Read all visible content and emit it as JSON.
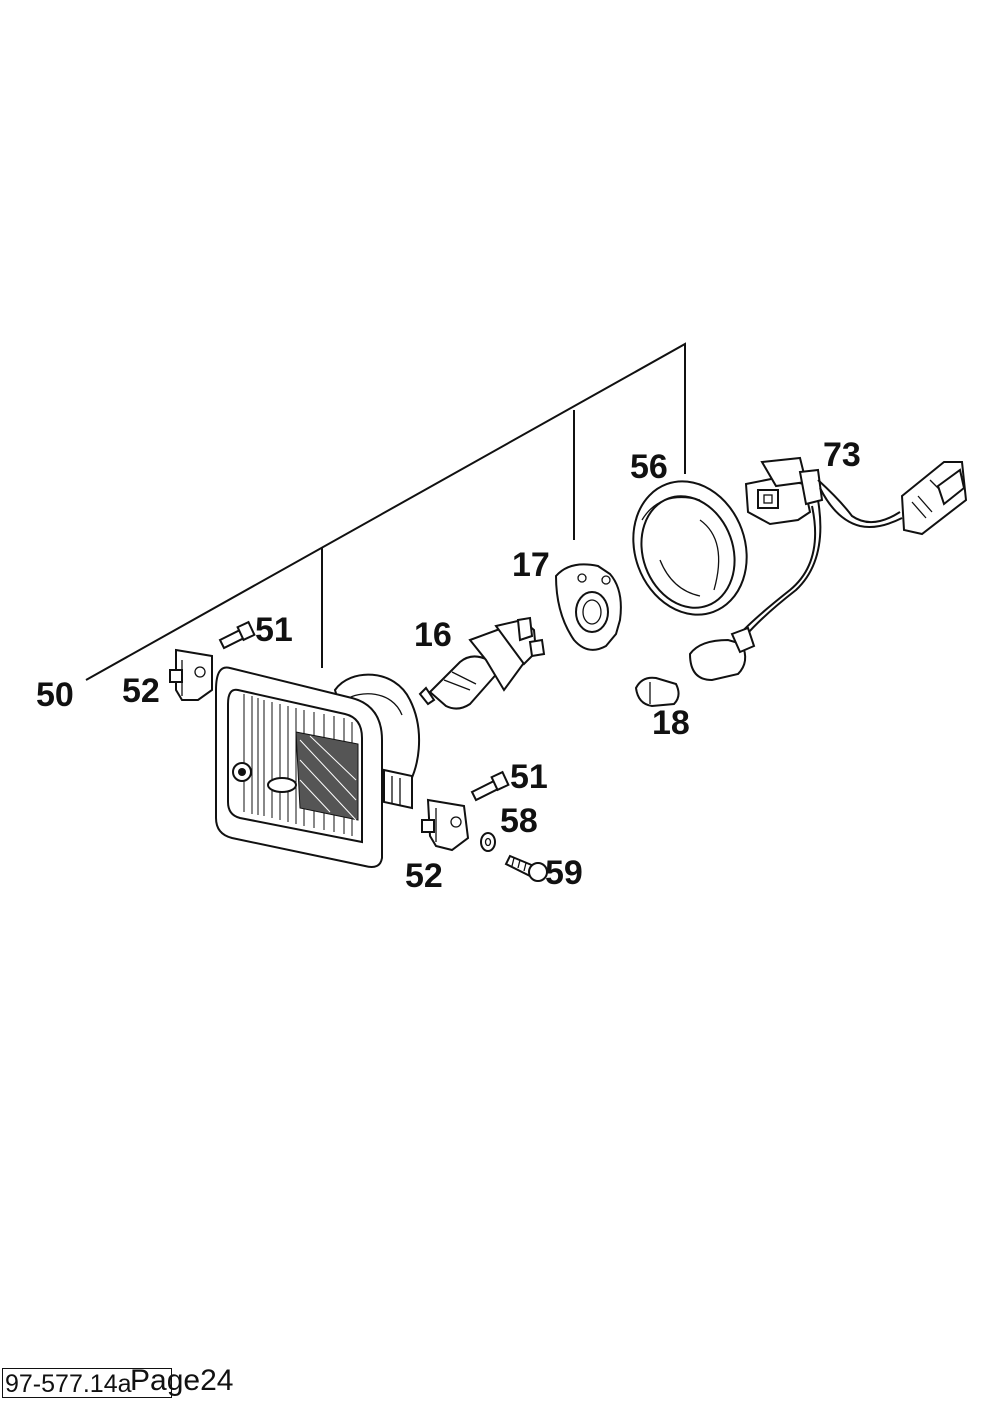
{
  "callouts": {
    "c50": "50",
    "c52a": "52",
    "c51a": "51",
    "c16": "16",
    "c17": "17",
    "c56": "56",
    "c73": "73",
    "c18": "18",
    "c51b": "51",
    "c58": "58",
    "c52b": "52",
    "c59": "59"
  },
  "footer": {
    "code": "97-577.14a",
    "page": "Page24"
  }
}
